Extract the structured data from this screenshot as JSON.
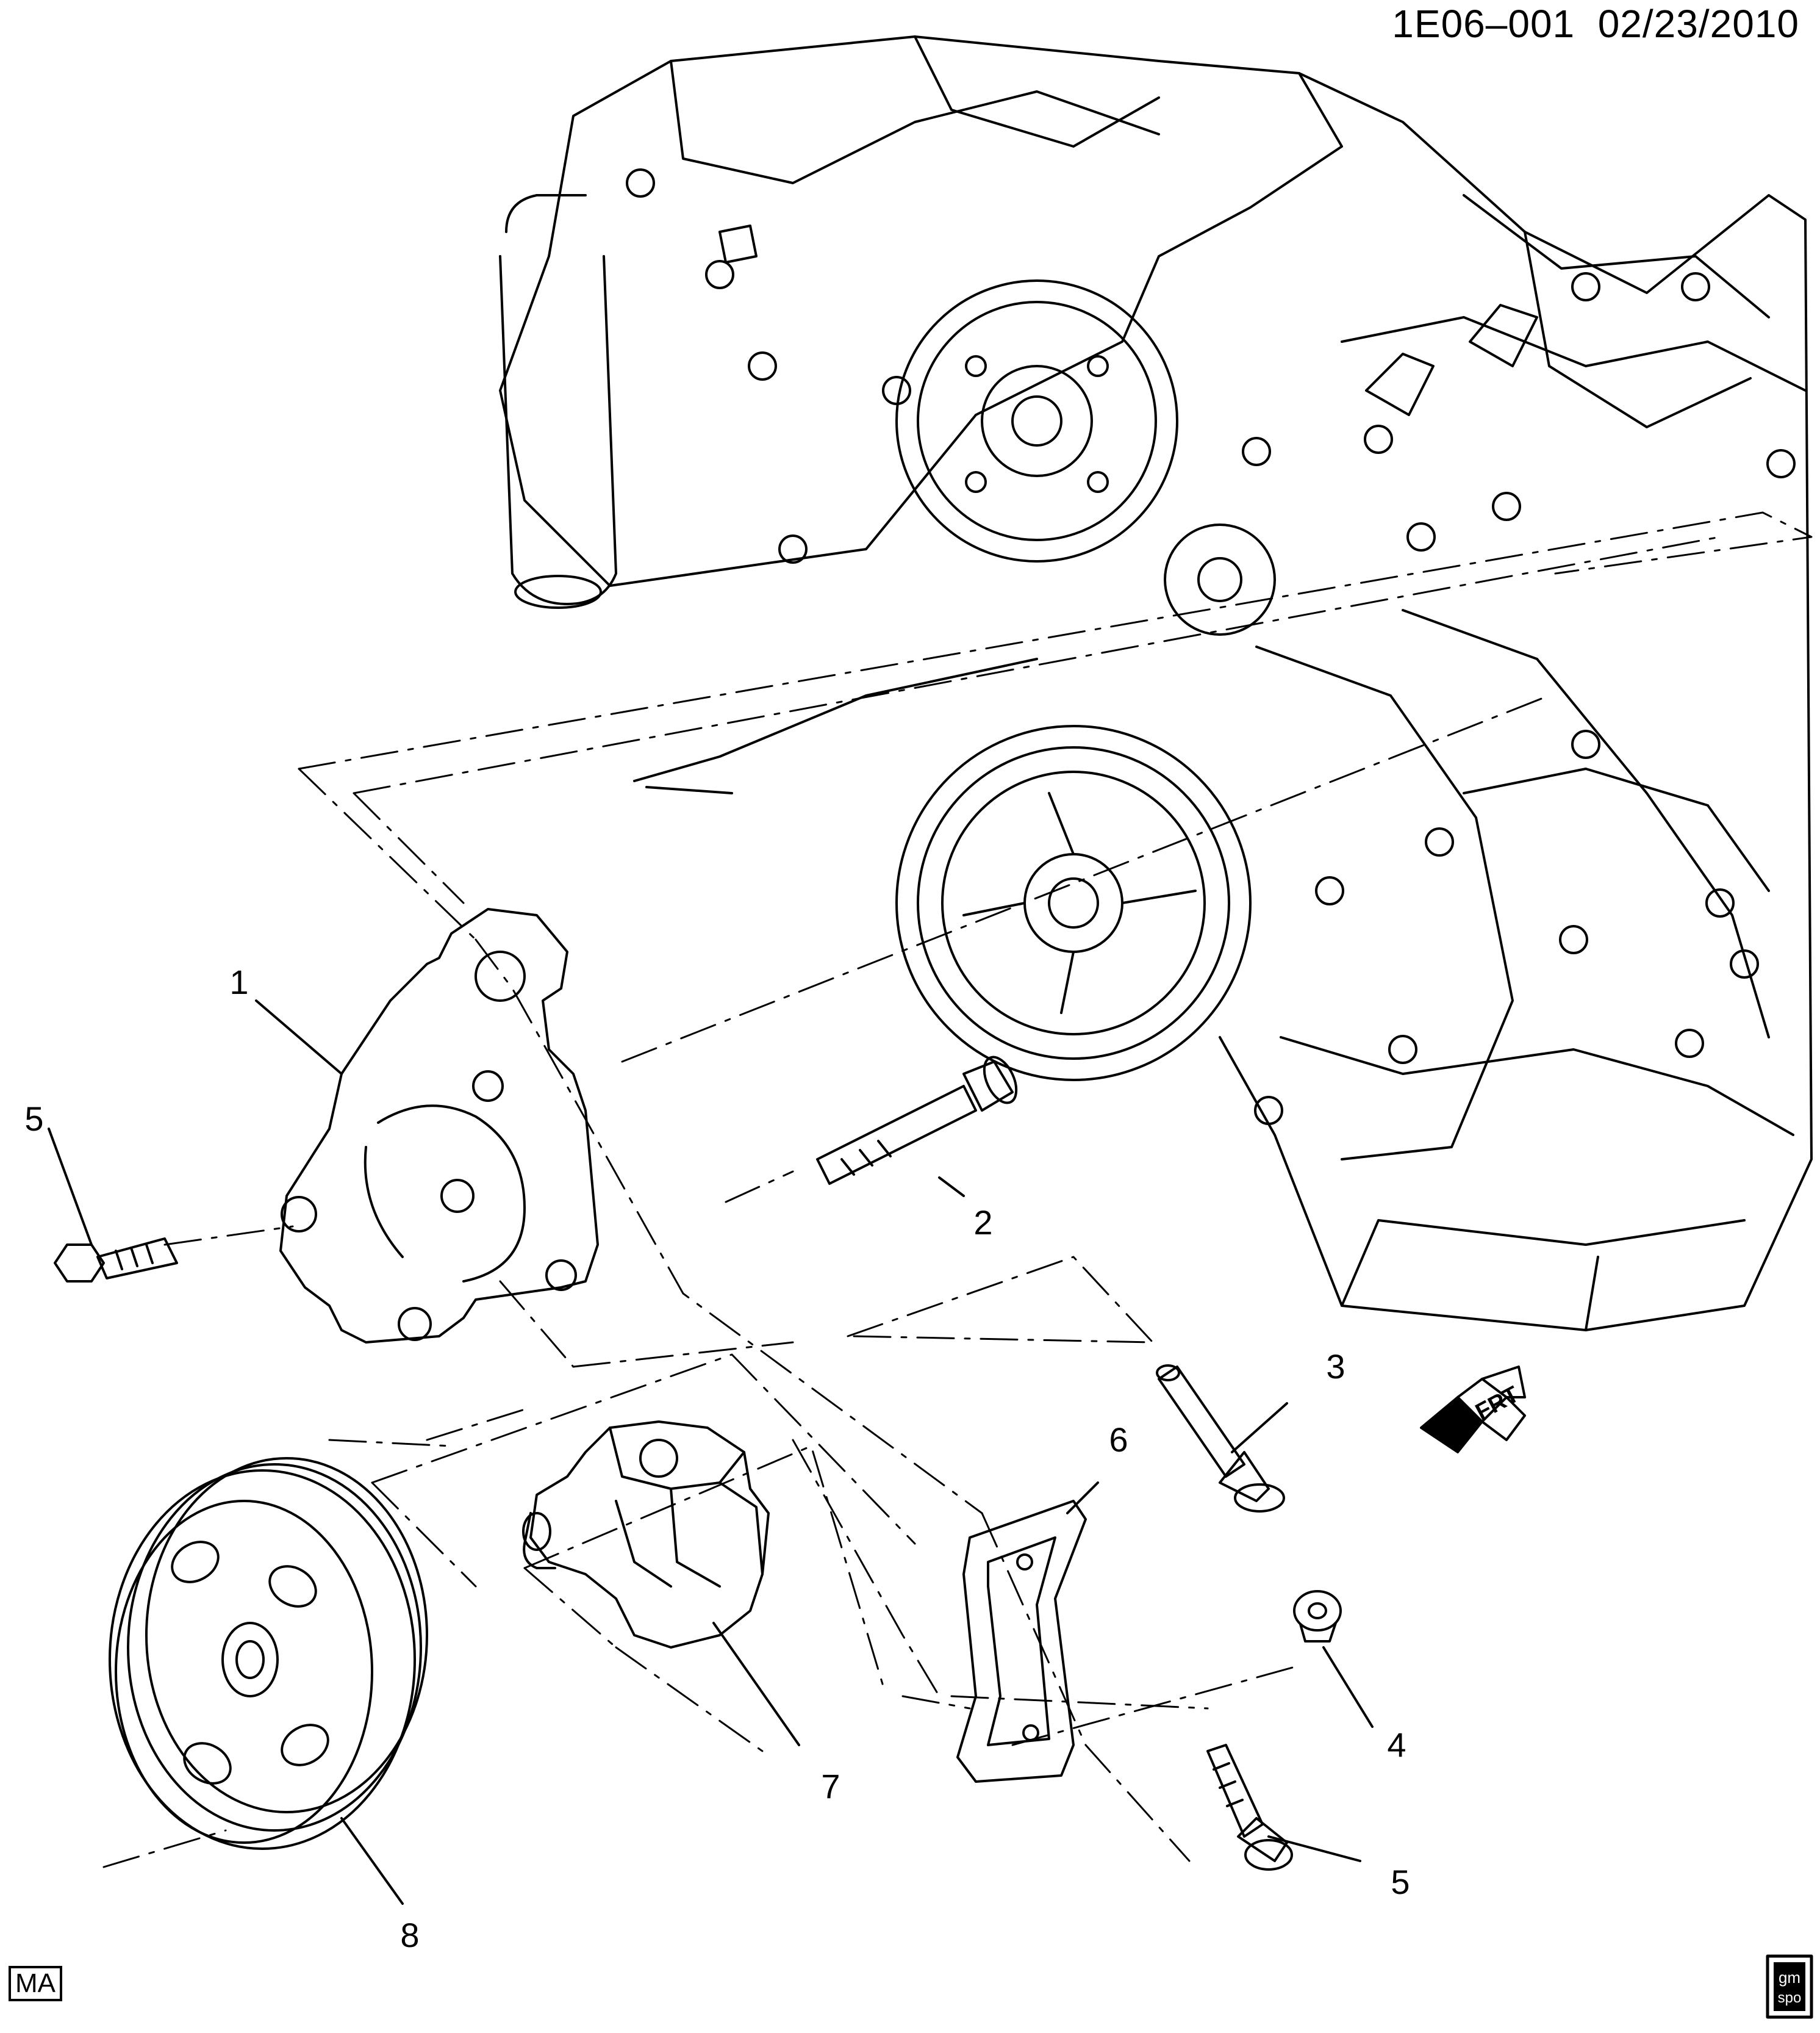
{
  "header": {
    "diagram_code": "1E06–001",
    "date": "02/23/2010"
  },
  "callouts": [
    {
      "id": "c1",
      "label": "1"
    },
    {
      "id": "c2",
      "label": "2"
    },
    {
      "id": "c3",
      "label": "3"
    },
    {
      "id": "c4",
      "label": "4"
    },
    {
      "id": "c5a",
      "label": "5"
    },
    {
      "id": "c5b",
      "label": "5"
    },
    {
      "id": "c6",
      "label": "6"
    },
    {
      "id": "c7",
      "label": "7"
    },
    {
      "id": "c8",
      "label": "8"
    }
  ],
  "front_indicator": {
    "text": "FRT",
    "icon": "front-direction-arrow-icon"
  },
  "footer": {
    "badge": "MA",
    "logo_text_top": "gm",
    "logo_text_bottom": "spo"
  },
  "style": {
    "line_color": "#000000",
    "background": "#ffffff"
  }
}
